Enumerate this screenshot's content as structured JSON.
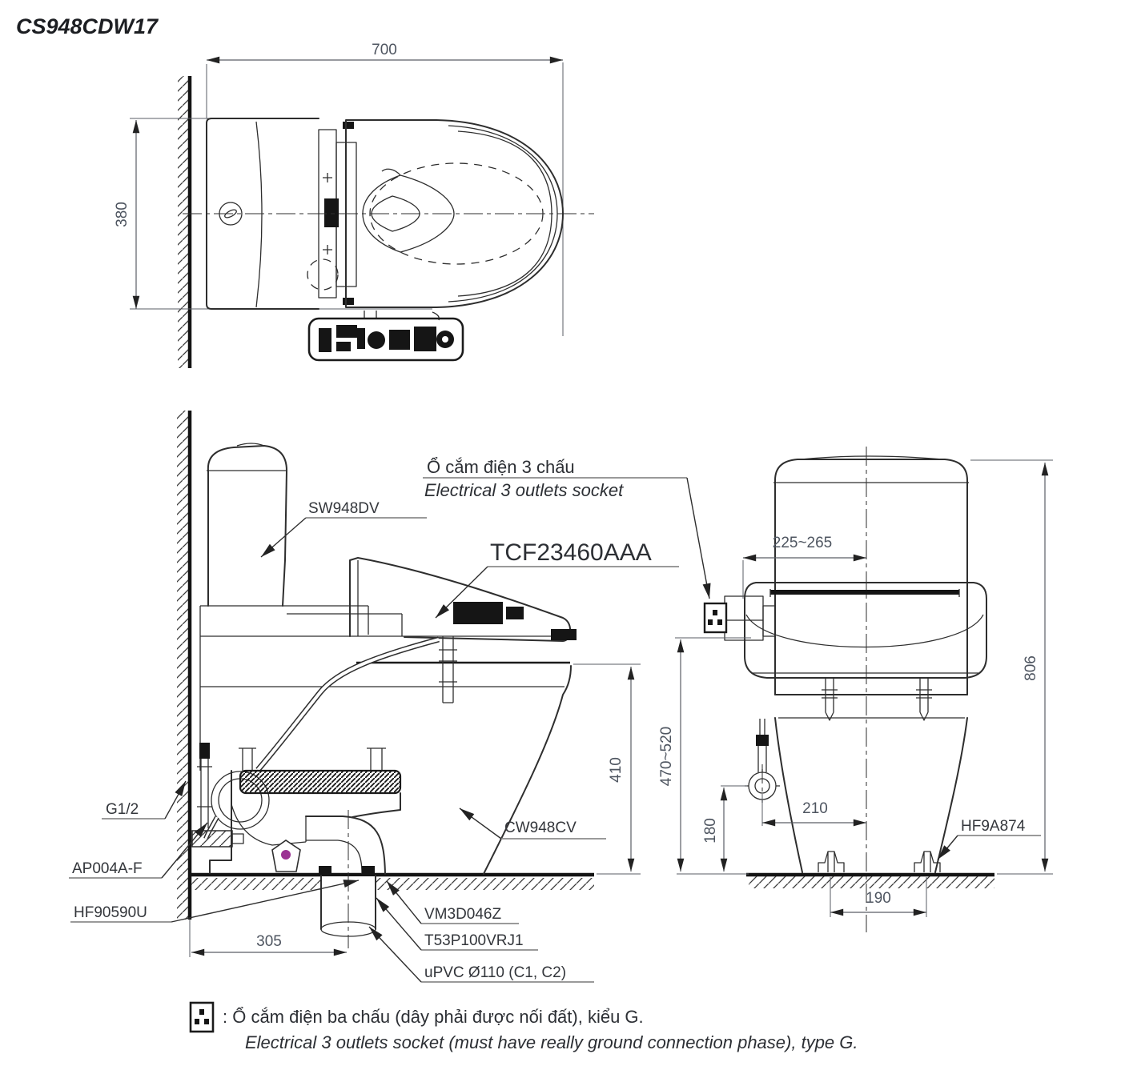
{
  "title": "CS948CDW17",
  "colors": {
    "line": "#2e2e2e",
    "dim_text": "#4e5560",
    "label_text": "#33363b",
    "accent_dot": "#9b3193"
  },
  "top_view": {
    "dim_width": "700",
    "dim_depth": "380"
  },
  "side_view": {
    "socket_label_vi": "Ổ cắm điện 3 chấu",
    "socket_label_en": "Electrical 3 outlets socket",
    "tank_label": "SW948DV",
    "washlet_label": "TCF23460AAA",
    "bowl_label": "CW948CV",
    "supply_label": "G1/2",
    "inlet_label": "AP004A-F",
    "gasket_label": "HF90590U",
    "joint_label": "VM3D046Z",
    "flange_label": "T53P100VRJ1",
    "pipe_label": "uPVC Ø110 (C1, C2)",
    "dim_rough_in": "305",
    "dim_rim_height": "410"
  },
  "front_view": {
    "dim_socket_offset": "225~265",
    "dim_socket_height": "470~520",
    "dim_total_height": "806",
    "dim_supply_offset": "210",
    "dim_supply_height": "180",
    "dim_bolt_spacing": "190",
    "bolt_cap_label": "HF9A874"
  },
  "footnote": {
    "vi": ": Ổ cắm điện ba chấu (dây phải được nối đất), kiểu G.",
    "en": "Electrical 3 outlets socket (must have really ground connection phase), type G."
  }
}
